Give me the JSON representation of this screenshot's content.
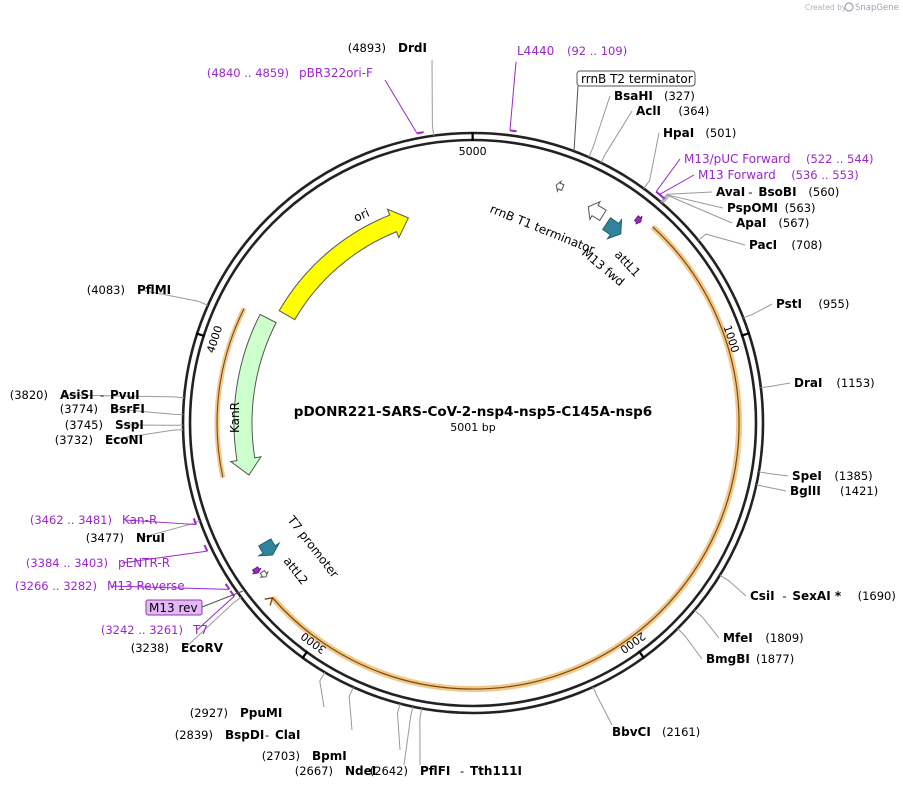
{
  "credit": {
    "created_by": "Created by",
    "brand": "SnapGene"
  },
  "plasmid": {
    "name": "pDONR221-SARS-CoV-2-nsp4-nsp5-C145A-nsp6",
    "length_label": "5001 bp",
    "length_bp": 5001
  },
  "ticks": [
    {
      "bp": 1000,
      "label": "1000"
    },
    {
      "bp": 2000,
      "label": "2000"
    },
    {
      "bp": 3000,
      "label": "3000"
    },
    {
      "bp": 4000,
      "label": "4000"
    },
    {
      "bp": 5000,
      "label": "5000"
    }
  ],
  "enzymes": [
    {
      "name": "BsaHI",
      "pos": "(327)",
      "bp": 327
    },
    {
      "name": "AclI",
      "pos": "(364)",
      "bp": 364
    },
    {
      "name": "HpaI",
      "pos": "(501)",
      "bp": 501
    },
    {
      "name": "AvaI",
      "name2": "BsoBI",
      "pos": "(560)",
      "bp": 560
    },
    {
      "name": "PspOMI",
      "pos": "(563)",
      "bp": 563
    },
    {
      "name": "ApaI",
      "pos": "(567)",
      "bp": 567
    },
    {
      "name": "PacI",
      "pos": "(708)",
      "bp": 708
    },
    {
      "name": "PstI",
      "pos": "(955)",
      "bp": 955
    },
    {
      "name": "DraI",
      "pos": "(1153)",
      "bp": 1153
    },
    {
      "name": "SpeI",
      "pos": "(1385)",
      "bp": 1385
    },
    {
      "name": "BglII",
      "pos": "(1421)",
      "bp": 1421
    },
    {
      "name": "CsiI",
      "name2": "SexAI *",
      "pos": "(1690)",
      "bp": 1690
    },
    {
      "name": "MfeI",
      "pos": "(1809)",
      "bp": 1809
    },
    {
      "name": "BmgBI",
      "pos": "(1877)",
      "bp": 1877
    },
    {
      "name": "BbvCI",
      "pos": "(2161)",
      "bp": 2161
    },
    {
      "name": "PflFI",
      "name2": "Tth111I",
      "pos": "(2642)",
      "bp": 2642
    },
    {
      "name": "NdeI",
      "pos": "(2667)",
      "bp": 2667
    },
    {
      "name": "BpmI",
      "pos": "(2703)",
      "bp": 2703
    },
    {
      "name": "BspDI",
      "name2": "ClaI",
      "pos": "(2839)",
      "bp": 2839
    },
    {
      "name": "PpuMI",
      "pos": "(2927)",
      "bp": 2927
    },
    {
      "name": "EcoRV",
      "pos": "(3238)",
      "bp": 3238
    },
    {
      "name": "NruI",
      "pos": "(3477)",
      "bp": 3477
    },
    {
      "name": "EcoNI",
      "pos": "(3732)",
      "bp": 3732
    },
    {
      "name": "SspI",
      "pos": "(3745)",
      "bp": 3745
    },
    {
      "name": "BsrFI",
      "pos": "(3774)",
      "bp": 3774
    },
    {
      "name": "AsiSI",
      "name2": "PvuI",
      "pos": "(3820)",
      "bp": 3820
    },
    {
      "name": "PflMI",
      "pos": "(4083)",
      "bp": 4083
    },
    {
      "name": "DrdI",
      "pos": "(4893)",
      "bp": 4893
    }
  ],
  "primers": [
    {
      "name": "L4440",
      "pos": "(92 .. 109)",
      "bp": 100
    },
    {
      "name": "M13/pUC Forward",
      "pos": "(522 .. 544)",
      "bp": 533
    },
    {
      "name": "M13 Forward",
      "pos": "(536 .. 553)",
      "bp": 545
    },
    {
      "name": "Kan-R",
      "pos": "(3462 .. 3481)",
      "bp": 3471
    },
    {
      "name": "pENTR-R",
      "pos": "(3384 .. 3403)",
      "bp": 3393
    },
    {
      "name": "M13 Reverse",
      "pos": "(3266 .. 3282)",
      "bp": 3274
    },
    {
      "name": "T7",
      "pos": "(3242 .. 3261)",
      "bp": 3251
    },
    {
      "name": "pBR322ori-F",
      "pos": "(4840 .. 4859)",
      "bp": 4849
    }
  ],
  "features": [
    {
      "name": "ori",
      "start": 4169,
      "end": 4758,
      "strand": 1,
      "color": "#ffff00"
    },
    {
      "name": "KanR",
      "start": 3569,
      "end": 4126,
      "strand": -1,
      "color": "#ccffcc"
    },
    {
      "name": "attL1",
      "start": 470,
      "end": 528,
      "strand": 1,
      "color": "#31849b"
    },
    {
      "name": "attL2",
      "start": 3287,
      "end": 3336,
      "strand": -1,
      "color": "#31849b"
    },
    {
      "name": "rrnB T1 terminator",
      "start": 390,
      "end": 445,
      "strand": -1,
      "color": "#ffffff"
    },
    {
      "name": "rrnB T2 terminator",
      "start": 268,
      "end": 290,
      "strand": -1,
      "color": "#ffffff"
    },
    {
      "name": "M13 fwd",
      "start": 536,
      "end": 553,
      "strand": 1,
      "color": "#9b27c9"
    },
    {
      "name": "M13 rev",
      "start": 3266,
      "end": 3282,
      "strand": -1,
      "color": "#9b27c9"
    },
    {
      "name": "T7 promoter",
      "start": 3242,
      "end": 3261,
      "strand": -1,
      "color": "#ffffff"
    }
  ],
  "insert": {
    "name": "nsp4-nsp5-C145A-nsp6",
    "start": 590,
    "end": 3180,
    "color": "#e8a33d"
  },
  "feature_labels": {
    "rrnb_t2": "rrnB T2 terminator",
    "rrnb_t1": "rrnB T1 terminator",
    "m13_fwd": "M13 fwd",
    "attl1": "attL1",
    "attl2": "attL2",
    "t7_promoter": "T7 promoter",
    "m13_rev": "M13 rev",
    "ori": "ori",
    "kanr": "KanR"
  }
}
